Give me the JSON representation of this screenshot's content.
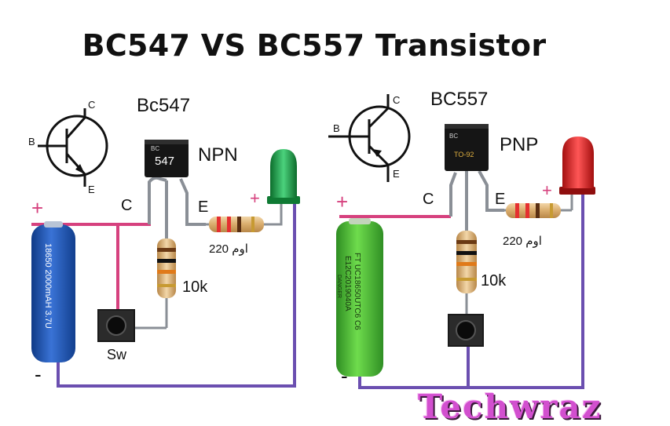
{
  "title": "BC547 VS BC557 Transistor",
  "brand": "Techwraz",
  "colors": {
    "positive_wire": "#d6417e",
    "negative_wire": "#6b4fb0",
    "lead": "#8a8f96",
    "transistor_body": "#151515",
    "battery_npn": "#1d4fa6",
    "battery_pnp": "#45b534",
    "led_npn": "#1f9a46",
    "led_pnp": "#d61f1f",
    "brand": "#d24fcf"
  },
  "npn": {
    "part": "Bc547",
    "type": "NPN",
    "body_text": "547",
    "body_brand": "BC",
    "symbol": {
      "c": "C",
      "b": "B",
      "e": "E"
    },
    "pin_c": "C",
    "pin_e": "E",
    "plus": "+",
    "led_plus": "+",
    "minus": "-",
    "resistor_220": "220 اوم",
    "resistor_10k": "10k",
    "battery_text": "18650 2000mAH 3.7U",
    "switch_label": "Sw"
  },
  "pnp": {
    "part": "BC557",
    "type": "PNP",
    "body_text": "TO-92",
    "body_brand": "BC",
    "symbol": {
      "c": "C",
      "b": "B",
      "e": "E"
    },
    "pin_c": "C",
    "pin_e": "E",
    "plus": "+",
    "led_plus": "+",
    "minus": "-",
    "resistor_220": "220 اوم",
    "resistor_10k": "10k",
    "battery_text_1": "FT UC18650UTC6 C6",
    "battery_text_2": "E12C2019040A",
    "battery_text_3": "DANGER"
  }
}
